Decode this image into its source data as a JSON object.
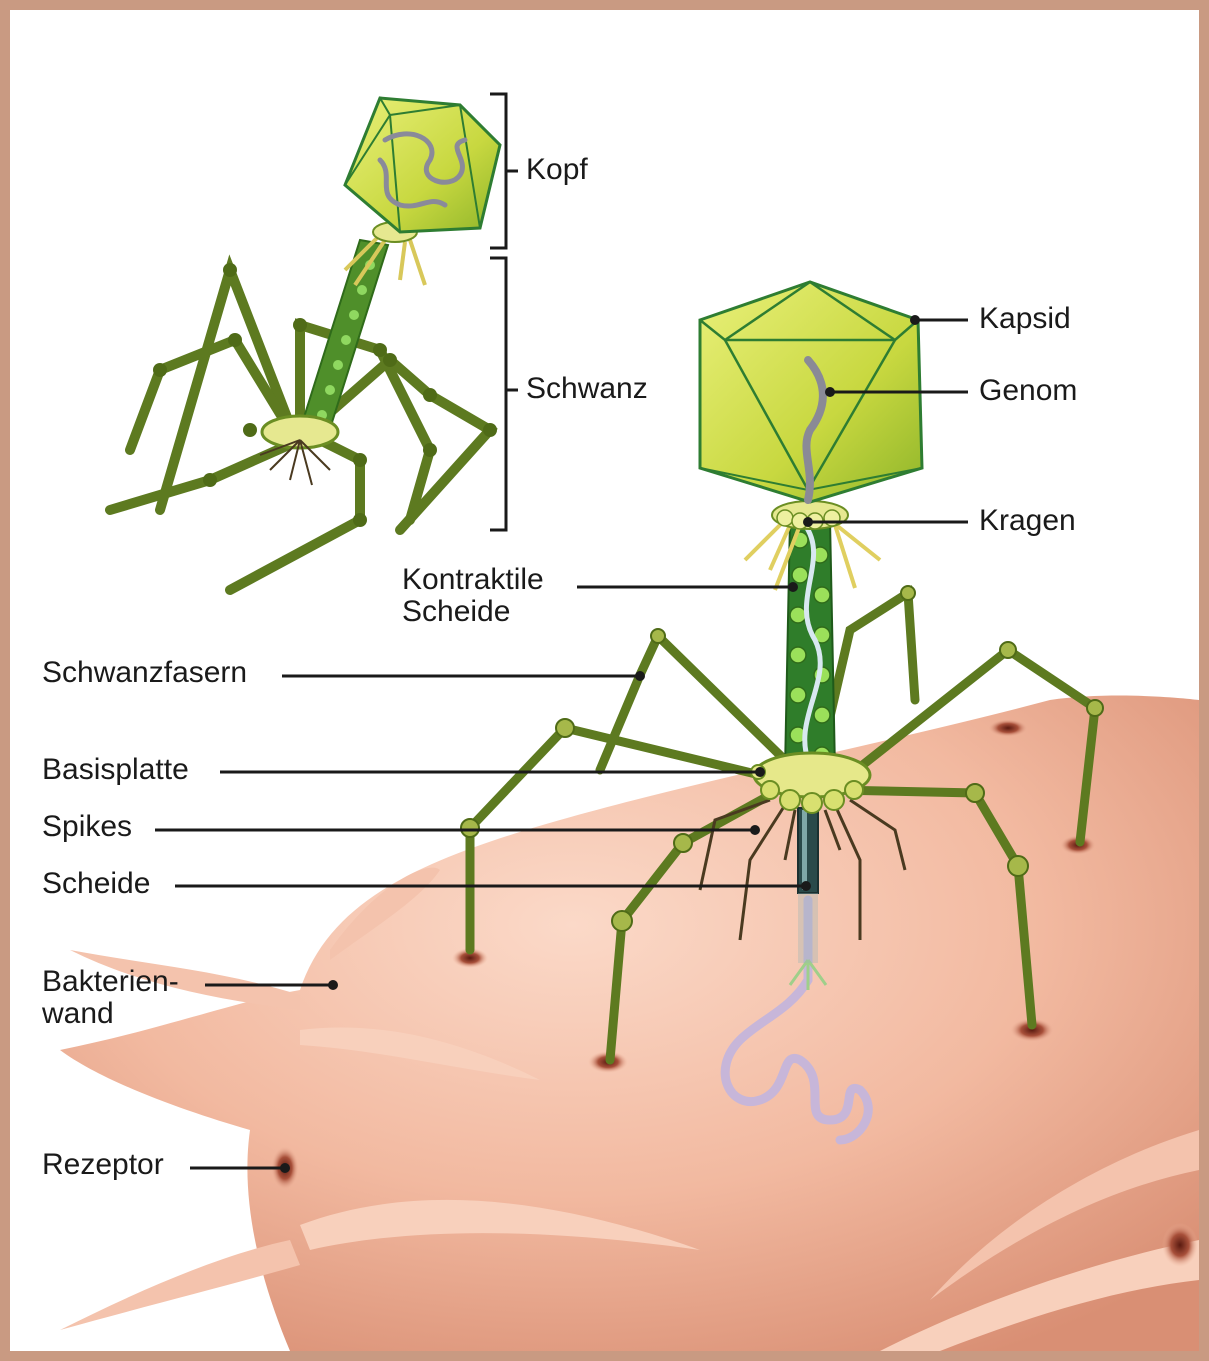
{
  "labels": {
    "kopf": "Kopf",
    "schwanz": "Schwanz",
    "kapsid": "Kapsid",
    "genom": "Genom",
    "kragen": "Kragen",
    "kontraktile_line1": "Kontraktile",
    "kontraktile_line2": "Scheide",
    "schwanzfasern": "Schwanzfasern",
    "basisplatte": "Basisplatte",
    "spikes": "Spikes",
    "scheide": "Scheide",
    "bakterienwand_line1": "Bakterien-",
    "bakterienwand_line2": "wand",
    "rezeptor": "Rezeptor"
  },
  "colors": {
    "frame": "#c99a82",
    "bacteria": "#f2b9a0",
    "phage_green": "#6b8e23",
    "capsid_fill": "#c8d840",
    "label_text": "#1a1a1a"
  }
}
